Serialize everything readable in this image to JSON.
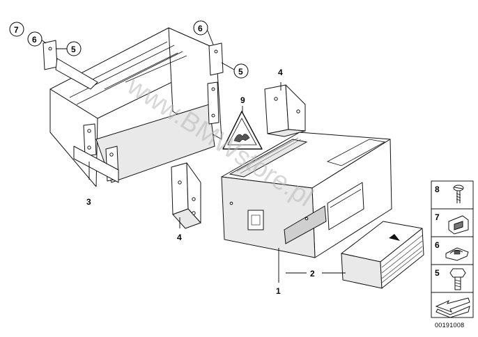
{
  "diagram": {
    "callouts": {
      "bracket_large": "3",
      "bracket_small_bottom": "4",
      "bracket_small_right": "4",
      "changer_unit": "1",
      "magazine": "2",
      "warning_label": "9",
      "circled_7": "7",
      "circled_6_left": "6",
      "circled_5_left": "5",
      "circled_6_right": "6",
      "circled_5_right": "5"
    },
    "legend": [
      {
        "number": "8",
        "icon": "screw-icon"
      },
      {
        "number": "7",
        "icon": "clip-nut-icon"
      },
      {
        "number": "6",
        "icon": "spring-nut-icon"
      },
      {
        "number": "5",
        "icon": "hex-bolt-icon"
      },
      {
        "number": "",
        "icon": "arrow-direction-icon"
      }
    ],
    "reference_code": "00191008",
    "watermark": "www.BMWstore.pl"
  }
}
